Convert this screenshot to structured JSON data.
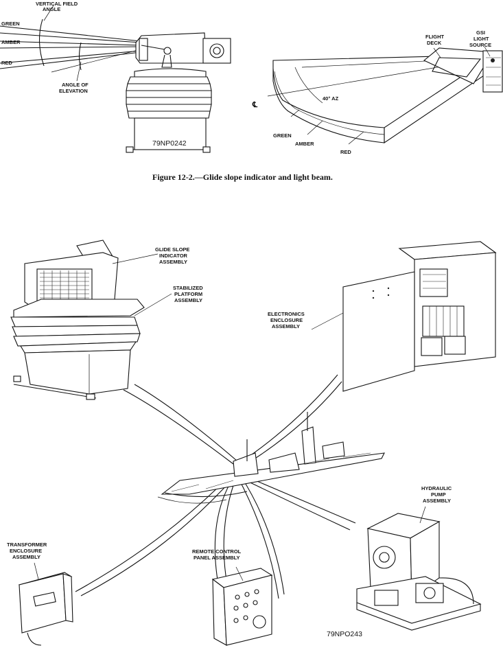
{
  "figure_top": {
    "labels": {
      "vertical_field_angle": [
        "VERTICAL FIELD",
        "ANGLE"
      ],
      "green": "GREEN",
      "amber": "AMBER",
      "red": "RED",
      "angle_of_elevation": [
        "ANGLE OF",
        "ELEVATION"
      ],
      "code": "79NP0242",
      "flight_deck": [
        "FLIGHT",
        "DECK"
      ],
      "gsi_light_source": [
        "GSI",
        "LIGHT",
        "SOURCE"
      ],
      "az": "40° AZ",
      "centerline": "℄",
      "green_lower": "GREEN",
      "amber_lower": "AMBER",
      "red_lower": "RED"
    },
    "caption": "Figure 12-2.—Glide slope indicator and light beam."
  },
  "figure_bottom": {
    "labels": {
      "gsi_assembly": [
        "GLIDE SLOPE",
        "INDICATOR",
        "ASSEMBLY"
      ],
      "platform_assembly": [
        "STABILIZED",
        "PLATFORM",
        "ASSEMBLY"
      ],
      "electronics_enclosure": [
        "ELECTRONICS",
        "ENCLOSURE",
        "ASSEMBLY"
      ],
      "hydraulic_pump": [
        "HYDRAULIC",
        "PUMP",
        "ASSEMBLY"
      ],
      "transformer_enclosure": [
        "TRANSFORMER",
        "ENCLOSURE",
        "ASSEMBLY"
      ],
      "remote_control_panel": [
        "REMOTE CONTROL",
        "PANEL ASSEMBLY"
      ],
      "code": "79NPO243"
    }
  }
}
